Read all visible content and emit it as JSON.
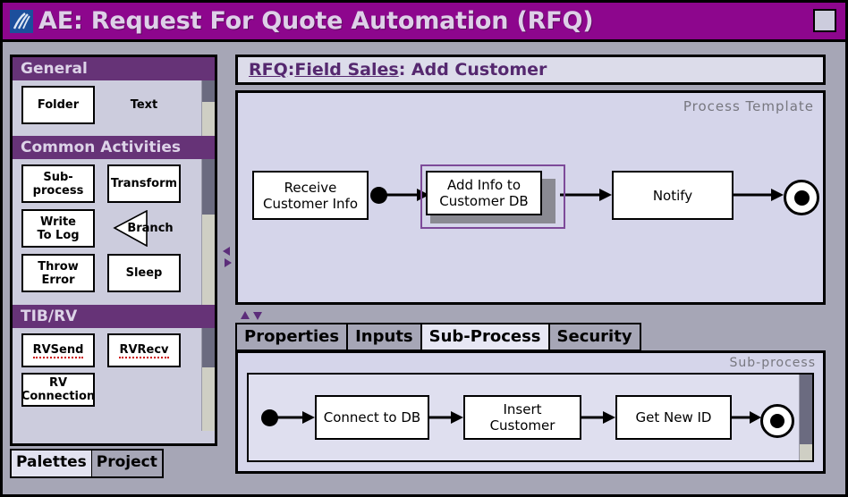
{
  "window": {
    "title": "AE: Request For Quote Automation (RFQ)",
    "app_icon": "tibco-swirl-icon",
    "accent": "#8d068d",
    "header_purple": "#663377",
    "selection_purple": "#7d4a99",
    "maximize_button": "maximize-button"
  },
  "palette": {
    "sections": [
      {
        "title": "General",
        "items": [
          {
            "label": "Folder",
            "style": "box"
          },
          {
            "label": "Text",
            "style": "plain"
          }
        ]
      },
      {
        "title": "Common Activities",
        "items": [
          {
            "label": "Sub-\nprocess",
            "style": "box"
          },
          {
            "label": "Transform",
            "style": "box"
          },
          {
            "label": "Write\nTo Log",
            "style": "box"
          },
          {
            "label": "Branch",
            "style": "triangle"
          },
          {
            "label": "Throw\nError",
            "style": "box"
          },
          {
            "label": "Sleep",
            "style": "box"
          }
        ]
      },
      {
        "title": "TIB/RV",
        "items": [
          {
            "label": "RVSend",
            "style": "box",
            "misspelled": true
          },
          {
            "label": "RVRecv",
            "style": "box",
            "misspelled": true
          },
          {
            "label": "RV\nConnection",
            "style": "box"
          }
        ]
      }
    ],
    "tabs": [
      {
        "label": "Palettes",
        "active": true
      },
      {
        "label": "Project",
        "active": false
      }
    ]
  },
  "breadcrumb": {
    "parts": [
      {
        "text": "RFQ",
        "link": true
      },
      {
        "text": ": ",
        "link": false
      },
      {
        "text": "Field Sales",
        "link": true
      },
      {
        "text": ": Add Customer",
        "link": false
      }
    ]
  },
  "process_template": {
    "watermark": "Process Template",
    "nodes": [
      {
        "label": "Receive\nCustomer Info",
        "selected": false
      },
      {
        "label": "Add Info to\nCustomer DB",
        "selected": true
      },
      {
        "label": "Notify",
        "selected": false
      }
    ],
    "start_marker": "start-dot",
    "end_marker": "end-node"
  },
  "detail_tabs": [
    {
      "label": "Properties",
      "active": false
    },
    {
      "label": "Inputs",
      "active": false
    },
    {
      "label": "Sub-Process",
      "active": true
    },
    {
      "label": "Security",
      "active": false
    }
  ],
  "sub_process": {
    "watermark": "Sub-process",
    "nodes": [
      {
        "label": "Connect to DB"
      },
      {
        "label": "Insert\nCustomer"
      },
      {
        "label": "Get New ID"
      }
    ],
    "start_marker": "start-dot",
    "end_marker": "end-node"
  },
  "splitters": {
    "vertical": "vertical-splitter-handle",
    "horizontal": "horizontal-splitter-handle"
  }
}
